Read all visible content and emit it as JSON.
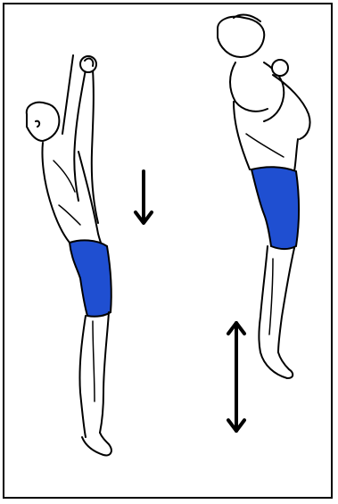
{
  "illustration": {
    "subject": "",
    "figures": [
      {
        "id": "figure-left",
        "pose": "arms-raised"
      },
      {
        "id": "figure-right",
        "pose": "tucked-arms-jump"
      }
    ],
    "arrows": [
      {
        "id": "down-arrow",
        "direction": "down"
      },
      {
        "id": "vertical-double-arrow",
        "direction": "up-down"
      }
    ],
    "colors": {
      "shorts": "#1f4fd1",
      "ink": "#000000",
      "background": "#ffffff"
    }
  }
}
